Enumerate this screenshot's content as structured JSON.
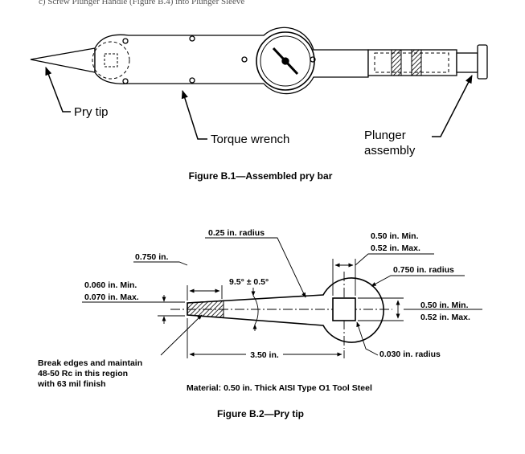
{
  "header": {
    "step_text": "c)     Screw Plunger Handle (Figure B.4) into Plunger Sleeve"
  },
  "figure_b1": {
    "caption": "Figure B.1—Assembled pry bar",
    "labels": {
      "pry_tip": "Pry tip",
      "torque_wrench": "Torque wrench",
      "plunger_line1": "Plunger",
      "plunger_line2": "assembly"
    }
  },
  "figure_b2": {
    "caption": "Figure B.2—Pry tip",
    "dimensions": {
      "radius_025": "0.25 in. radius",
      "square_min": "0.50 in. Min.",
      "square_max": "0.52 in. Max.",
      "len_0750": "0.750 in.",
      "radius_0750": "0.750 in. radius",
      "angle": "9.5° ± 0.5°",
      "tip_min": "0.060 in. Min.",
      "tip_max": "0.070 in. Max.",
      "hole_min": "0.50 in. Min.",
      "hole_max": "0.52 in. Max.",
      "len_350": "3.50 in.",
      "radius_0030": "0.030 in. radius"
    },
    "notes": {
      "edges_line1": "Break edges and maintain",
      "edges_line2": "48-50 Rc in this region",
      "edges_line3": "with 63 mil finish",
      "material": "Material: 0.50 in. Thick AISI Type O1 Tool Steel"
    }
  }
}
